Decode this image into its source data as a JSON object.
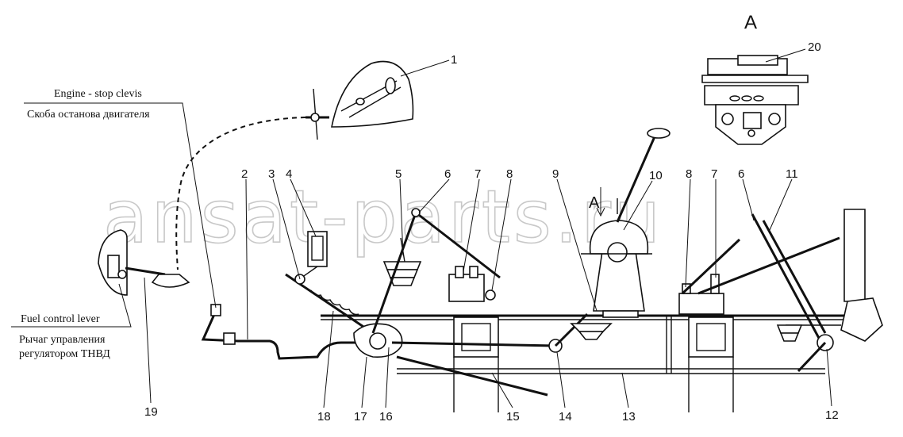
{
  "watermark": "ansat-parts.ru",
  "view_label": "A",
  "section_marker": "A",
  "labels": {
    "engine_stop_en": "Engine - stop clevis",
    "engine_stop_ru": "Скоба останова двигателя",
    "fuel_lever_en": "Fuel control lever",
    "fuel_lever_ru_1": "Рычаг управления",
    "fuel_lever_ru_2": "регулятором ТНВД"
  },
  "callouts": {
    "c1": "1",
    "c2": "2",
    "c3": "3",
    "c4": "4",
    "c5": "5",
    "c6": "6",
    "c7": "7",
    "c8": "8",
    "c9": "9",
    "c10": "10",
    "c8b": "8",
    "c7b": "7",
    "c6b": "6",
    "c11": "11",
    "c12": "12",
    "c13": "13",
    "c14": "14",
    "c15": "15",
    "c16": "16",
    "c17": "17",
    "c18": "18",
    "c19": "19",
    "c20": "20"
  }
}
